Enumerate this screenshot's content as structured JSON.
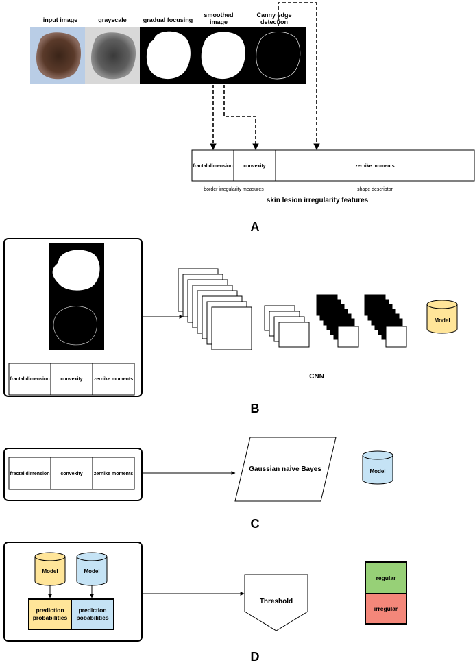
{
  "panel_a": {
    "steps": [
      "input image",
      "grayscale",
      "gradual focusing",
      "smoothed image",
      "Canny edge detection"
    ],
    "features": [
      "fractal dimension",
      "convexity",
      "zernike moments"
    ],
    "group_labels": [
      "border irregularity measures",
      "shape descriptor"
    ],
    "caption": "skin lesion irregularity features",
    "letter": "A"
  },
  "panel_b": {
    "features": [
      "fractal dimension",
      "convexity",
      "zernike moments"
    ],
    "cnn_label": "CNN",
    "model_label": "Model",
    "letter": "B"
  },
  "panel_c": {
    "features": [
      "fractal dimension",
      "convexity",
      "zernike moments"
    ],
    "classifier_label": "Gaussian naive Bayes",
    "model_label": "Model",
    "letter": "C"
  },
  "panel_d": {
    "model_labels": [
      "Model",
      "Model"
    ],
    "prob_labels": [
      "prediction probabilities",
      "prediction pobabilities"
    ],
    "threshold_label": "Threshold",
    "classes": [
      "regular",
      "irregular"
    ],
    "letter": "D"
  },
  "colors": {
    "model_yellow": "#ffe599",
    "model_blue": "#c5e3f5",
    "regular_green": "#97d077",
    "irregular_red": "#f4877a",
    "background_light_blue": "#b9cde6"
  }
}
